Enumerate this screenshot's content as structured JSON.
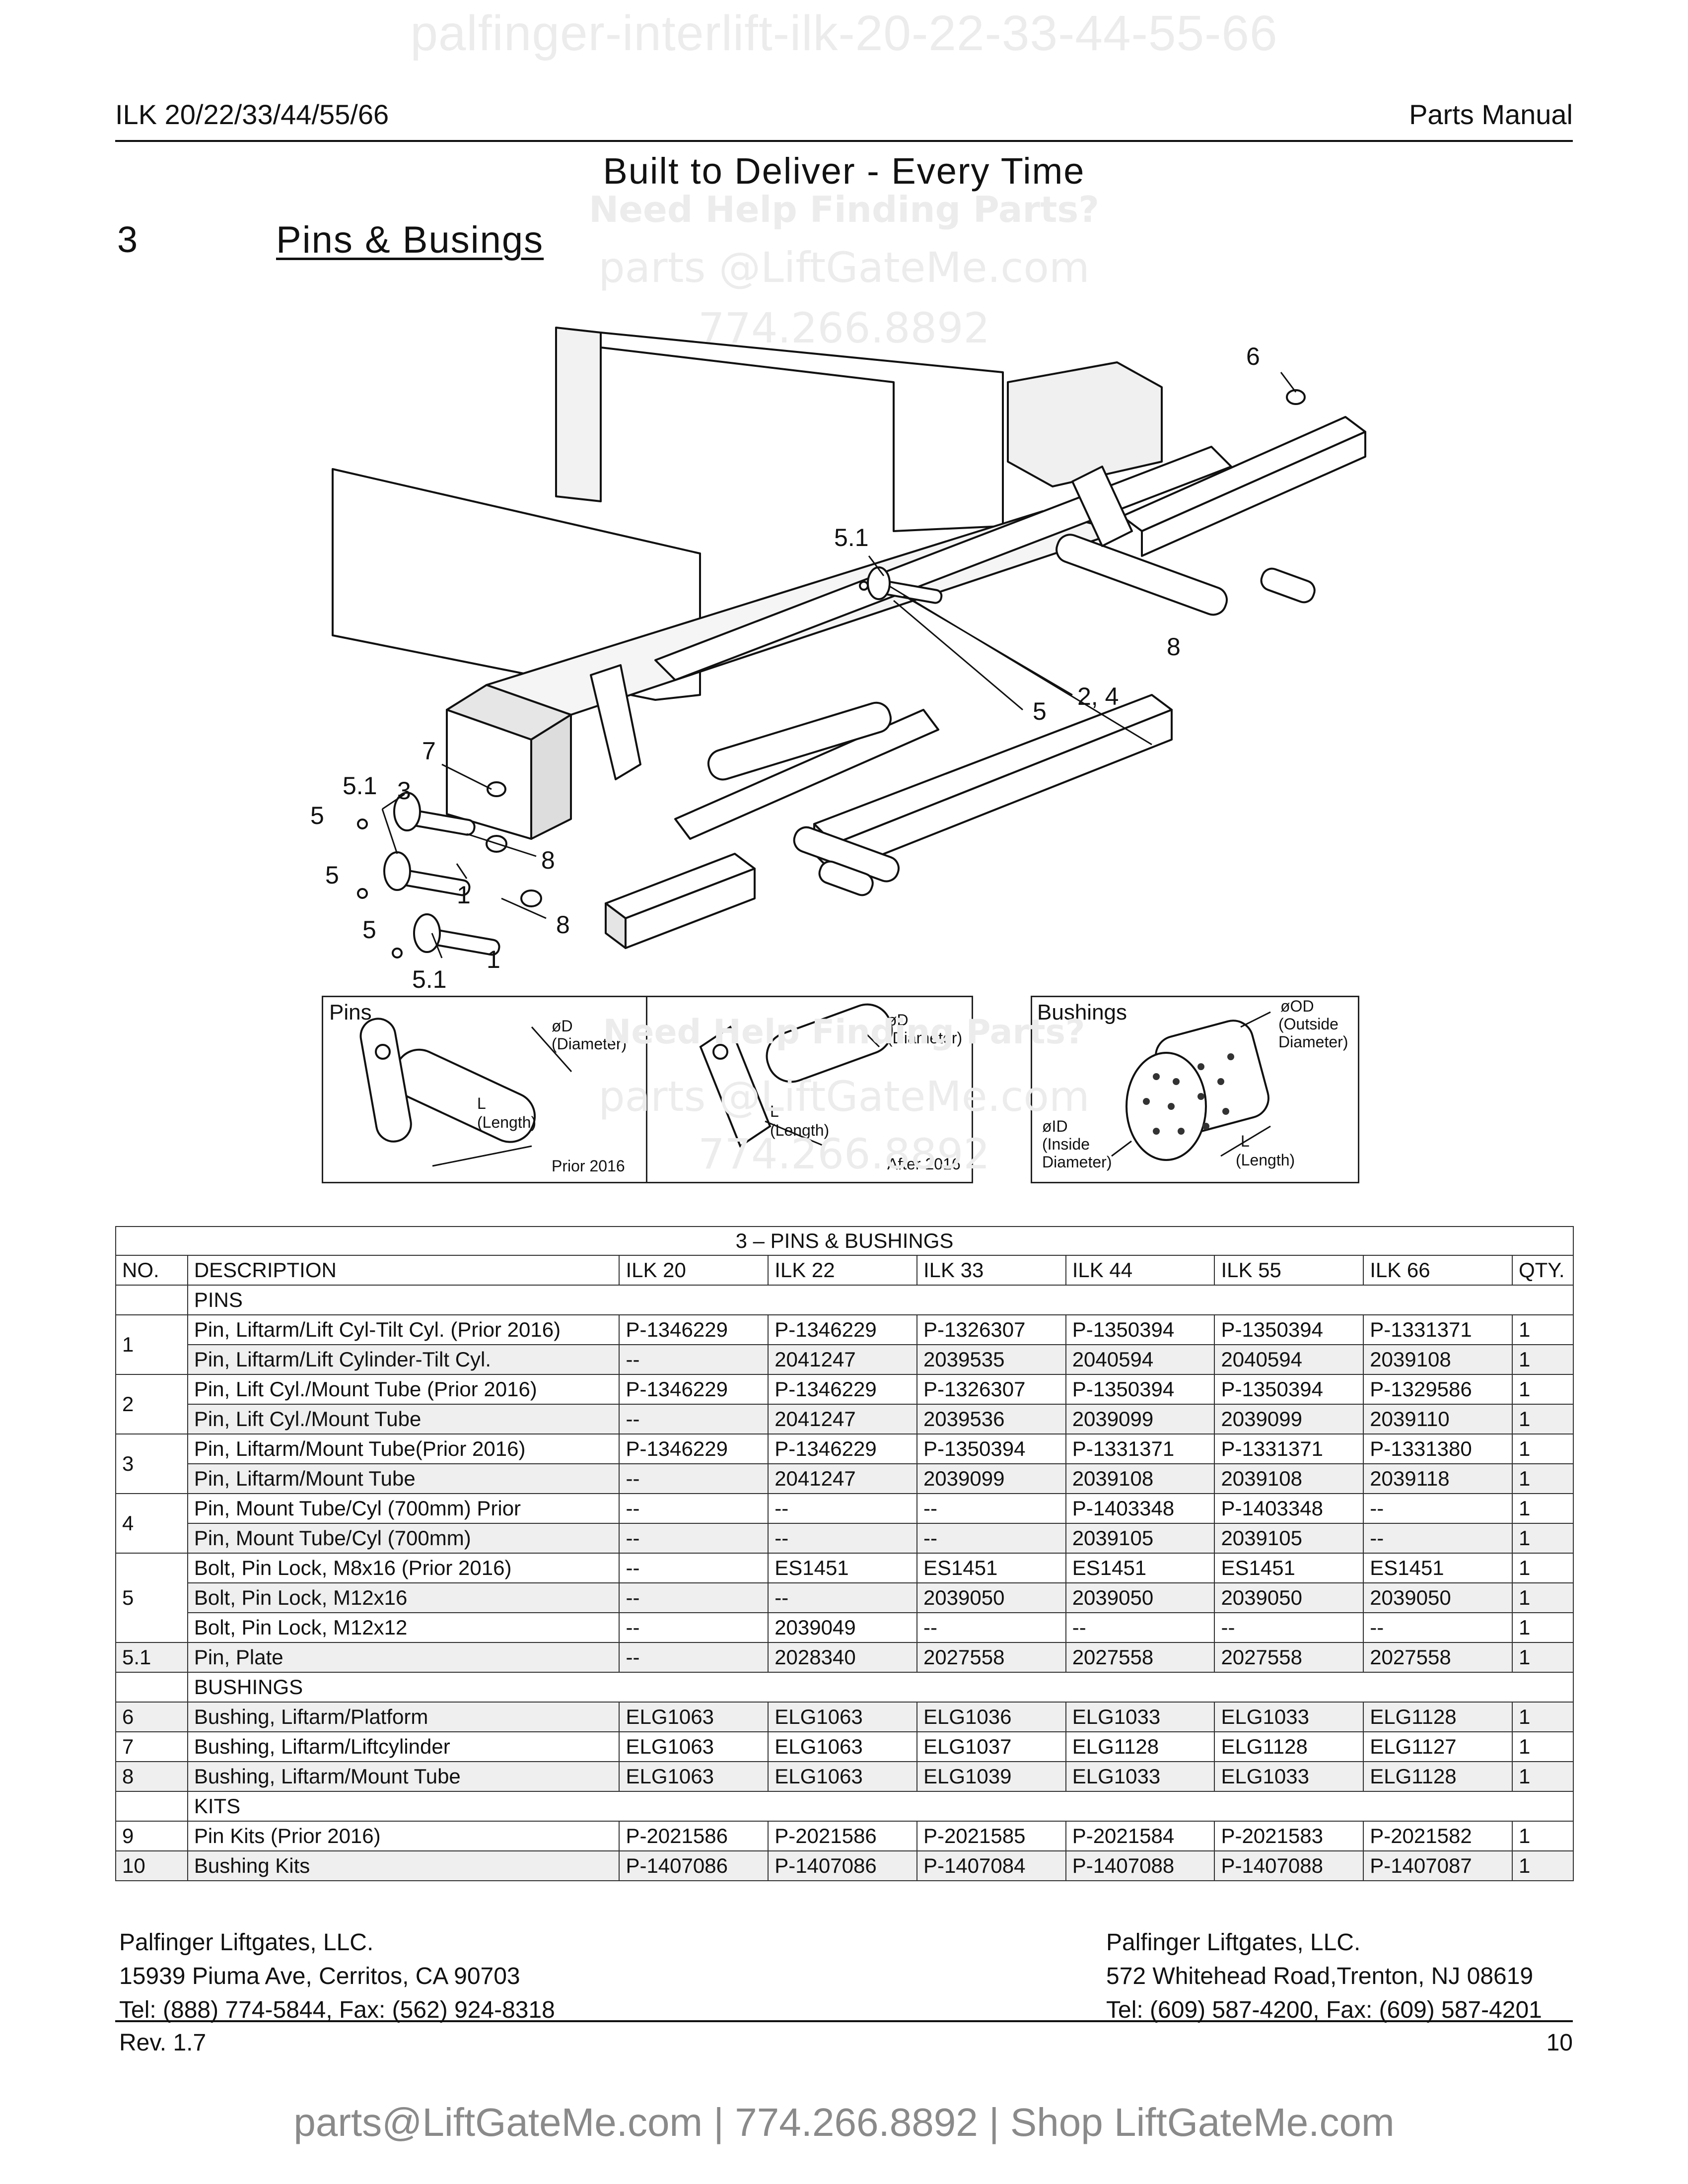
{
  "watermarks": {
    "top": "palfinger-interlift-ilk-20-22-33-44-55-66",
    "help": "Need Help Finding Parts?",
    "email": "parts @LiftGateMe.com",
    "phone": "774.266.8892"
  },
  "header": {
    "model": "ILK 20/22/33/44/55/66",
    "doc_type": "Parts Manual",
    "tagline": "Built to Deliver - Every Time"
  },
  "section": {
    "number": "3",
    "title": "Pins & Busings"
  },
  "callouts": {
    "c6": "6",
    "c51_top": "5.1",
    "c8_top": "8",
    "c24": "2, 4",
    "c5_mid": "5",
    "c7": "7",
    "c51_left": "5.1",
    "c3": "3",
    "c5_a": "5",
    "c5_b": "5",
    "c5_c": "5",
    "c8_a": "8",
    "c8_b": "8",
    "c1_a": "1",
    "c1_b": "1",
    "c51_bottom": "5.1"
  },
  "insets": {
    "pins_label": "Pins",
    "bushings_label": "Bushings",
    "diameter": "øD",
    "diameter_note": "(Diameter)",
    "length": "L",
    "length_note": "(Length)",
    "prior": "Prior 2016",
    "after": "After 2016",
    "od": "øOD",
    "od_note1": "(Outside",
    "od_note2": "Diameter)",
    "id": "øID",
    "id_note1": "(Inside",
    "id_note2": "Diameter)"
  },
  "table": {
    "caption": "3 – PINS & BUSHINGS",
    "headers": [
      "NO.",
      "DESCRIPTION",
      "ILK 20",
      "ILK 22",
      "ILK 33",
      "ILK 44",
      "ILK 55",
      "ILK 66",
      "QTY."
    ],
    "groups": {
      "pins": "PINS",
      "bushings": "BUSHINGS",
      "kits": "KITS"
    },
    "rows": [
      {
        "no": "1",
        "desc": "Pin, Liftarm/Lift Cyl-Tilt Cyl. (Prior 2016)",
        "v": [
          "P-1346229",
          "P-1346229",
          "P-1326307",
          "P-1350394",
          "P-1350394",
          "P-1331371"
        ],
        "qty": "1"
      },
      {
        "desc": "Pin, Liftarm/Lift Cylinder-Tilt Cyl.",
        "v": [
          "--",
          "2041247",
          "2039535",
          "2040594",
          "2040594",
          "2039108"
        ],
        "qty": "1"
      },
      {
        "no": "2",
        "desc": "Pin, Lift Cyl./Mount Tube (Prior 2016)",
        "v": [
          "P-1346229",
          "P-1346229",
          "P-1326307",
          "P-1350394",
          "P-1350394",
          "P-1329586"
        ],
        "qty": "1"
      },
      {
        "desc": "Pin, Lift Cyl./Mount Tube",
        "v": [
          "--",
          "2041247",
          "2039536",
          "2039099",
          "2039099",
          "2039110"
        ],
        "qty": "1"
      },
      {
        "no": "3",
        "desc": "Pin, Liftarm/Mount Tube(Prior 2016)",
        "v": [
          "P-1346229",
          "P-1346229",
          "P-1350394",
          "P-1331371",
          "P-1331371",
          "P-1331380"
        ],
        "qty": "1"
      },
      {
        "desc": "Pin, Liftarm/Mount Tube",
        "v": [
          "--",
          "2041247",
          "2039099",
          "2039108",
          "2039108",
          "2039118"
        ],
        "qty": "1"
      },
      {
        "no": "4",
        "desc": "Pin, Mount Tube/Cyl (700mm) Prior",
        "v": [
          "--",
          "--",
          "--",
          "P-1403348",
          "P-1403348",
          "--"
        ],
        "qty": "1"
      },
      {
        "desc": "Pin, Mount Tube/Cyl (700mm)",
        "v": [
          "--",
          "--",
          "--",
          "2039105",
          "2039105",
          "--"
        ],
        "qty": "1"
      },
      {
        "no": "5",
        "desc": "Bolt, Pin Lock, M8x16 (Prior 2016)",
        "v": [
          "--",
          "ES1451",
          "ES1451",
          "ES1451",
          "ES1451",
          "ES1451"
        ],
        "qty": "1"
      },
      {
        "desc": "Bolt, Pin Lock, M12x16",
        "v": [
          "--",
          "--",
          "2039050",
          "2039050",
          "2039050",
          "2039050"
        ],
        "qty": "1"
      },
      {
        "desc": "Bolt, Pin Lock, M12x12",
        "v": [
          "--",
          "2039049",
          "--",
          "--",
          "--",
          "--"
        ],
        "qty": "1"
      },
      {
        "no": "5.1",
        "desc": "Pin, Plate",
        "v": [
          "--",
          "2028340",
          "2027558",
          "2027558",
          "2027558",
          "2027558"
        ],
        "qty": "1"
      },
      {
        "no": "6",
        "desc": "Bushing, Liftarm/Platform",
        "v": [
          "ELG1063",
          "ELG1063",
          "ELG1036",
          "ELG1033",
          "ELG1033",
          "ELG1128"
        ],
        "qty": "1"
      },
      {
        "no": "7",
        "desc": "Bushing, Liftarm/Liftcylinder",
        "v": [
          "ELG1063",
          "ELG1063",
          "ELG1037",
          "ELG1128",
          "ELG1128",
          "ELG1127"
        ],
        "qty": "1"
      },
      {
        "no": "8",
        "desc": "Bushing, Liftarm/Mount Tube",
        "v": [
          "ELG1063",
          "ELG1063",
          "ELG1039",
          "ELG1033",
          "ELG1033",
          "ELG1128"
        ],
        "qty": "1"
      },
      {
        "no": "9",
        "desc": "Pin Kits (Prior 2016)",
        "v": [
          "P-2021586",
          "P-2021586",
          "P-2021585",
          "P-2021584",
          "P-2021583",
          "P-2021582"
        ],
        "qty": "1"
      },
      {
        "no": "10",
        "desc": "Bushing Kits",
        "v": [
          "P-1407086",
          "P-1407086",
          "P-1407084",
          "P-1407088",
          "P-1407088",
          "P-1407087"
        ],
        "qty": "1"
      }
    ]
  },
  "footer": {
    "left": [
      "Palfinger Liftgates, LLC.",
      "15939 Piuma Ave, Cerritos, CA 90703",
      "Tel: (888) 774-5844, Fax: (562) 924-8318"
    ],
    "right": [
      "Palfinger Liftgates, LLC.",
      "572 Whitehead Road,Trenton, NJ 08619",
      "Tel: (609) 587-4200, Fax: (609) 587-4201"
    ],
    "rev": "Rev. 1.7",
    "page": "10",
    "contact": "parts@LiftGateMe.com | 774.266.8892 | Shop LiftGateMe.com"
  }
}
